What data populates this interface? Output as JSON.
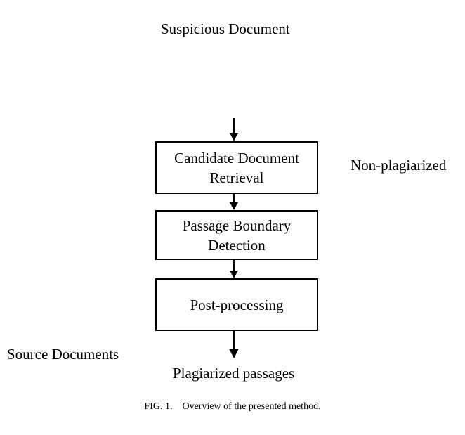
{
  "diagram": {
    "input_label": "Suspicious Document",
    "side_label_right": "Non-plagiarized",
    "side_label_left": "Source Documents",
    "output_label": "Plagiarized passages",
    "steps": [
      {
        "line1": "Candidate Document",
        "line2": "Retrieval"
      },
      {
        "line1": "Passage Boundary",
        "line2": "Detection"
      },
      {
        "line1": "Post-processing",
        "line2": ""
      }
    ],
    "caption": "FIG. 1.    Overview of the presented method."
  }
}
